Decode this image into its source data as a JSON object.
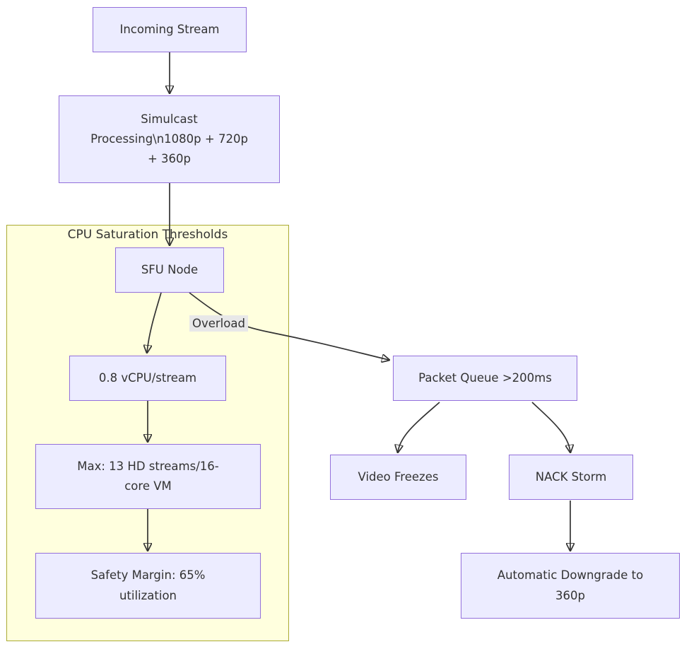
{
  "diagram": {
    "type": "flowchart",
    "colors": {
      "background": "#FFFFFF",
      "node_fill": "#ECECFF",
      "node_border": "#9370DB",
      "cluster_fill": "#FFFFDE",
      "cluster_border": "#AAAA33",
      "edge_color": "#333333",
      "text_color": "#333333",
      "label_bg": "#E8E8E8"
    },
    "cluster": {
      "title": "CPU Saturation Thresholds"
    },
    "nodes": {
      "incoming": {
        "label": "Incoming Stream"
      },
      "simulcast": {
        "label": "Simulcast\nProcessing\\n1080p + 720p\n+ 360p"
      },
      "sfu": {
        "label": "SFU Node"
      },
      "vcpu": {
        "label": "0.8 vCPU/stream"
      },
      "max_streams": {
        "label": "Max: 13 HD streams/16-\ncore VM"
      },
      "safety_margin": {
        "label": "Safety Margin: 65%\nutilization"
      },
      "packet_queue": {
        "label": "Packet Queue >200ms"
      },
      "video_freezes": {
        "label": "Video Freezes"
      },
      "nack_storm": {
        "label": "NACK Storm"
      },
      "auto_downgrade": {
        "label": "Automatic Downgrade to\n360p"
      }
    },
    "edge_labels": {
      "overload": "Overload"
    },
    "edges": [
      "Incoming Stream -> Simulcast Processing",
      "Simulcast Processing -> SFU Node",
      "SFU Node -> 0.8 vCPU/stream",
      "SFU Node -Overload-> Packet Queue >200ms",
      "0.8 vCPU/stream -> Max: 13 HD streams/16-core VM",
      "Max: 13 HD streams/16-core VM -> Safety Margin: 65% utilization",
      "Packet Queue >200ms -> Video Freezes",
      "Packet Queue >200ms -> NACK Storm",
      "NACK Storm -> Automatic Downgrade to 360p"
    ]
  }
}
